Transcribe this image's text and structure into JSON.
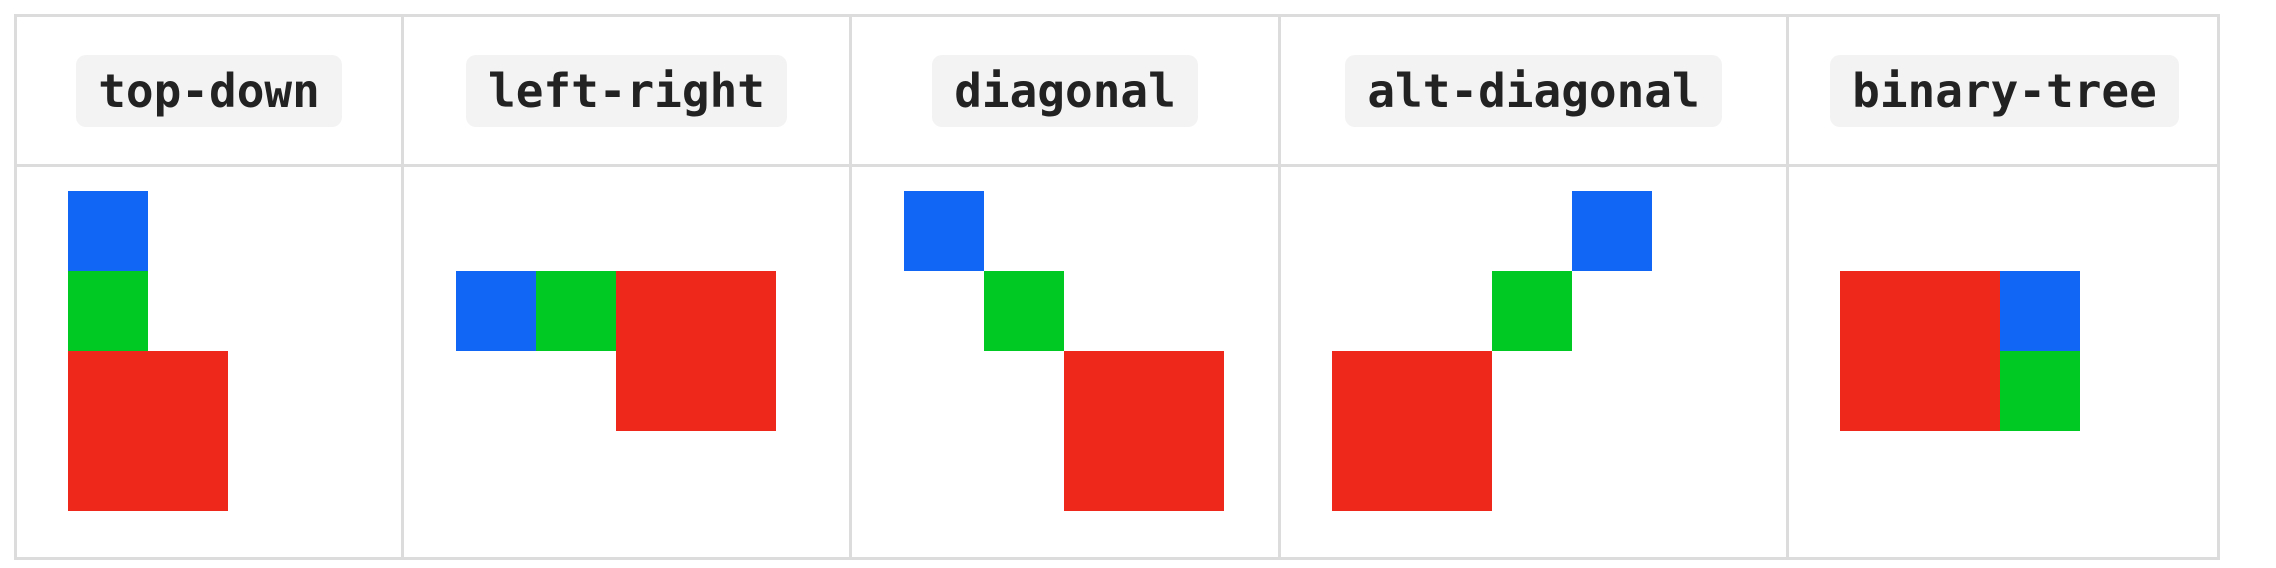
{
  "layouts": [
    {
      "label": "top-down"
    },
    {
      "label": "left-right"
    },
    {
      "label": "diagonal"
    },
    {
      "label": "alt-diagonal"
    },
    {
      "label": "binary-tree"
    }
  ],
  "colors": {
    "blue": "#1166f5",
    "green": "#00c923",
    "red": "#ee291c",
    "border": "#dcdcdc",
    "label_bg": "#f3f3f3"
  }
}
